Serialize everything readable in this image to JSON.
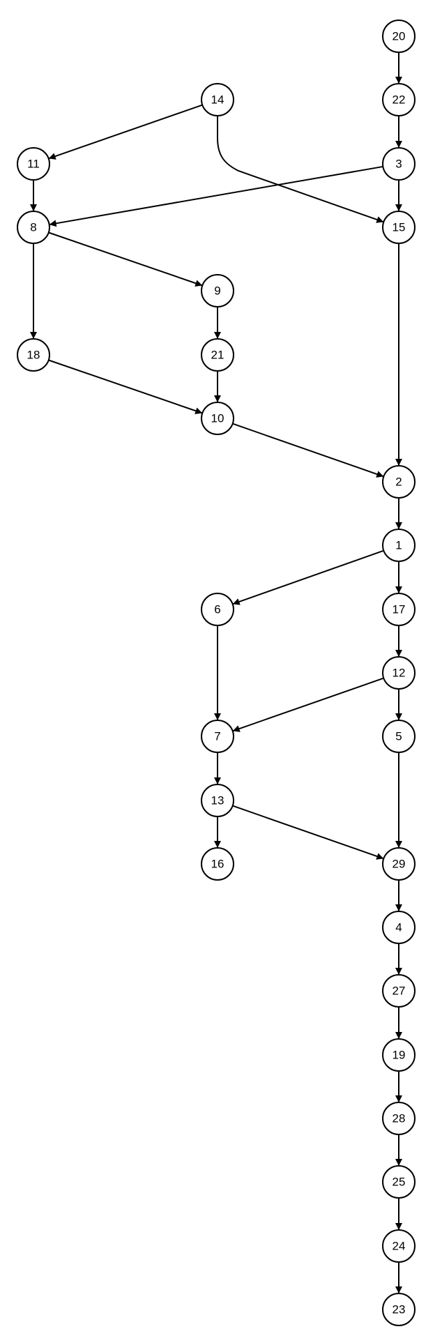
{
  "diagram": {
    "type": "directed-graph",
    "colors": {
      "stroke": "#000000",
      "fill": "#ffffff",
      "background": "#ffffff"
    },
    "nodes": [
      {
        "id": "20",
        "label": "20"
      },
      {
        "id": "22",
        "label": "22"
      },
      {
        "id": "14",
        "label": "14"
      },
      {
        "id": "11",
        "label": "11"
      },
      {
        "id": "3",
        "label": "3"
      },
      {
        "id": "8",
        "label": "8"
      },
      {
        "id": "15",
        "label": "15"
      },
      {
        "id": "9",
        "label": "9"
      },
      {
        "id": "18",
        "label": "18"
      },
      {
        "id": "21",
        "label": "21"
      },
      {
        "id": "10",
        "label": "10"
      },
      {
        "id": "2",
        "label": "2"
      },
      {
        "id": "1",
        "label": "1"
      },
      {
        "id": "6",
        "label": "6"
      },
      {
        "id": "17",
        "label": "17"
      },
      {
        "id": "12",
        "label": "12"
      },
      {
        "id": "7",
        "label": "7"
      },
      {
        "id": "5",
        "label": "5"
      },
      {
        "id": "13",
        "label": "13"
      },
      {
        "id": "16",
        "label": "16"
      },
      {
        "id": "29",
        "label": "29"
      },
      {
        "id": "4",
        "label": "4"
      },
      {
        "id": "27",
        "label": "27"
      },
      {
        "id": "19",
        "label": "19"
      },
      {
        "id": "28",
        "label": "28"
      },
      {
        "id": "25",
        "label": "25"
      },
      {
        "id": "24",
        "label": "24"
      },
      {
        "id": "23",
        "label": "23"
      }
    ],
    "edges": [
      {
        "from": "20",
        "to": "22"
      },
      {
        "from": "22",
        "to": "3"
      },
      {
        "from": "14",
        "to": "11"
      },
      {
        "from": "14",
        "to": "15"
      },
      {
        "from": "11",
        "to": "8"
      },
      {
        "from": "3",
        "to": "8"
      },
      {
        "from": "3",
        "to": "15"
      },
      {
        "from": "8",
        "to": "9"
      },
      {
        "from": "8",
        "to": "18"
      },
      {
        "from": "9",
        "to": "21"
      },
      {
        "from": "21",
        "to": "10"
      },
      {
        "from": "18",
        "to": "10"
      },
      {
        "from": "15",
        "to": "2"
      },
      {
        "from": "10",
        "to": "2"
      },
      {
        "from": "2",
        "to": "1"
      },
      {
        "from": "1",
        "to": "6"
      },
      {
        "from": "1",
        "to": "17"
      },
      {
        "from": "17",
        "to": "12"
      },
      {
        "from": "12",
        "to": "7"
      },
      {
        "from": "12",
        "to": "5"
      },
      {
        "from": "6",
        "to": "7"
      },
      {
        "from": "7",
        "to": "13"
      },
      {
        "from": "13",
        "to": "16"
      },
      {
        "from": "13",
        "to": "29"
      },
      {
        "from": "5",
        "to": "29"
      },
      {
        "from": "29",
        "to": "4"
      },
      {
        "from": "4",
        "to": "27"
      },
      {
        "from": "27",
        "to": "19"
      },
      {
        "from": "19",
        "to": "28"
      },
      {
        "from": "28",
        "to": "25"
      },
      {
        "from": "25",
        "to": "24"
      },
      {
        "from": "24",
        "to": "23"
      }
    ]
  }
}
